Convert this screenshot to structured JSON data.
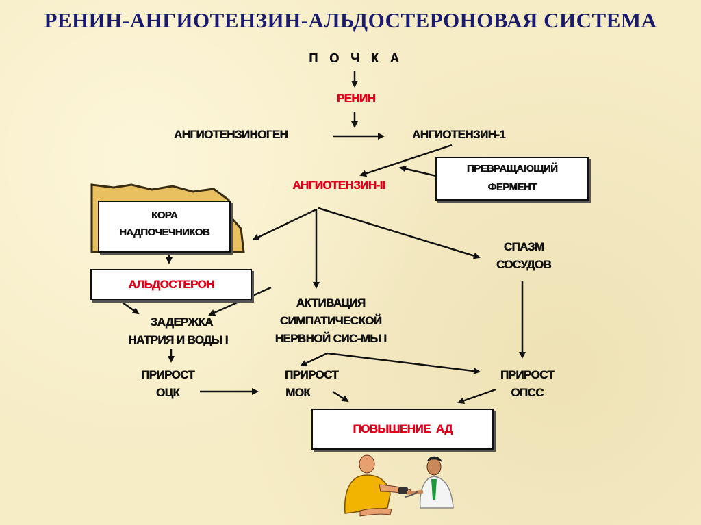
{
  "title": "РЕНИН-АНГИОТЕНЗИН-АЛЬДОСТЕРОНОВАЯ СИСТЕМА",
  "nodes": {
    "kidney": "П О Ч К А",
    "renin": "РЕНИН",
    "angiotensinogen": "АНГИОТЕНЗИНОГЕН",
    "angiotensin1": "АНГИОТЕНЗИН-1",
    "enzyme_line1": "ПРЕВРАЩАЮЩИЙ",
    "enzyme_line2": "ФЕРМЕНТ",
    "angiotensin2": "АНГИОТЕНЗИН-II",
    "adrenal_line1": "КОРА",
    "adrenal_line2": "НАДПОЧЕЧНИКОВ",
    "aldosterone": "АЛЬДОСТЕРОН",
    "spasm_line1": "СПАЗМ",
    "spasm_line2": "СОСУДОВ",
    "activation_line1": "АКТИВАЦИЯ",
    "activation_line2": "СИМПАТИЧЕСКОЙ",
    "activation_line3": "НЕРВНОЙ СИС-МЫ I",
    "retention_line1": "ЗАДЕРЖКА",
    "retention_line2": "НАТРИЯ И ВОДЫ I",
    "bcv_line1": "ПРИРОСТ",
    "bcv_line2": "ОЦК",
    "mov_line1": "ПРИРОСТ",
    "mov_line2": "МОК",
    "tpr_line1": "ПРИРОСТ",
    "tpr_line2": "ОПСС",
    "bp_increase": "ПОВЫШЕНИЕ  АД"
  },
  "colors": {
    "background": "#f6ecc6",
    "title": "#1a1a6e",
    "highlight": "#e0001b",
    "adrenal_fill": "#e8c060"
  },
  "icons": [
    "adrenal-gland-shape",
    "doctor-patient-illustration"
  ]
}
